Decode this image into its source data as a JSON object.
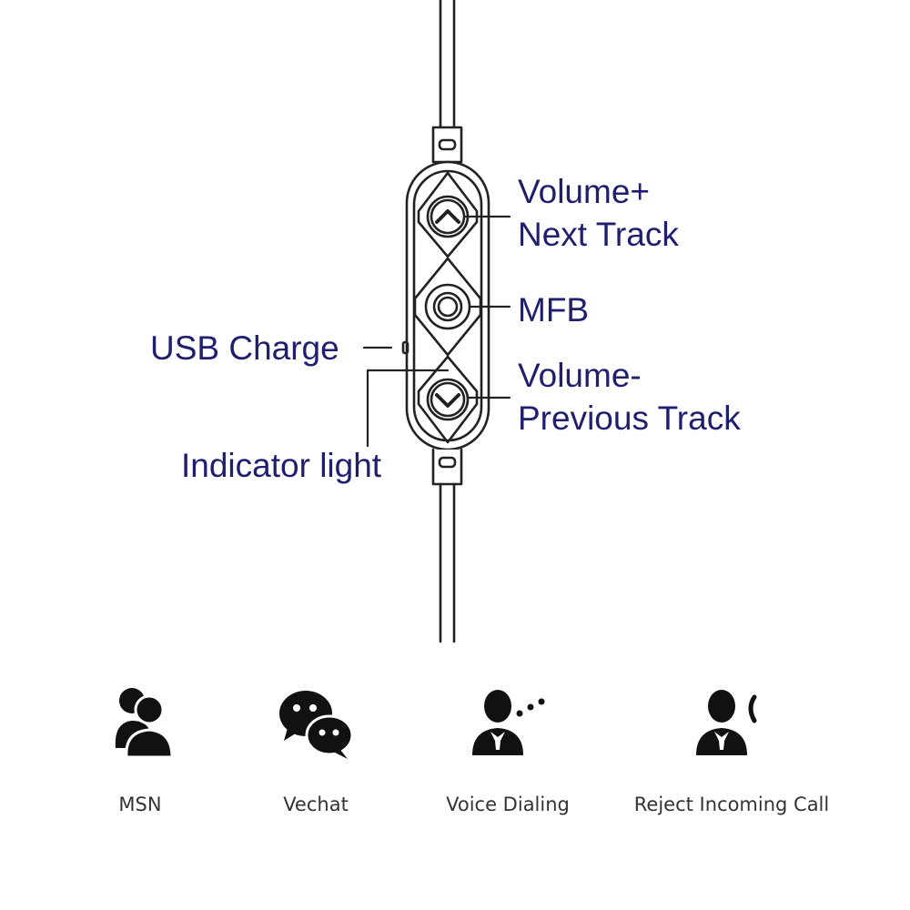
{
  "labels": {
    "volume_up_line1": "Volume+",
    "volume_up_line2": "Next Track",
    "mfb": "MFB",
    "usb_charge": "USB Charge",
    "volume_down_line1": "Volume-",
    "volume_down_line2": "Previous Track",
    "indicator_light": "Indicator light"
  },
  "features": [
    {
      "icon": "msn-icon",
      "label": "MSN"
    },
    {
      "icon": "wechat-icon",
      "label": "Vechat"
    },
    {
      "icon": "voice-dialing-icon",
      "label": "Voice Dialing"
    },
    {
      "icon": "reject-call-icon",
      "label": "Reject Incoming Call"
    }
  ],
  "colors": {
    "label_text": "#1f1f6e",
    "line_art": "#222222",
    "caption_text": "#333333"
  }
}
